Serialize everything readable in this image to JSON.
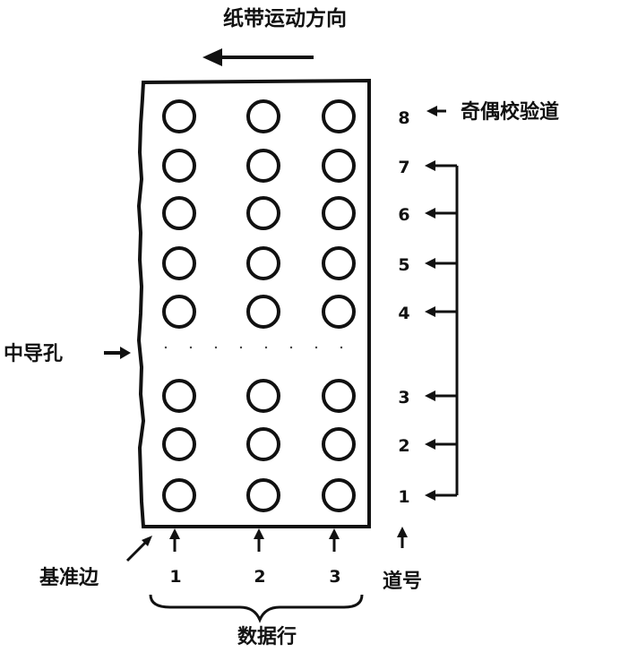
{
  "title": "纸带运动方向",
  "labels": {
    "parity_track": "奇偶校验道",
    "center_hole": "中导孔",
    "reference_edge": "基准边",
    "track_number": "道号",
    "data_row": "数据行"
  },
  "tracks": [
    "8",
    "7",
    "6",
    "5",
    "4",
    "3",
    "2",
    "1"
  ],
  "columns": [
    "1",
    "2",
    "3"
  ],
  "colors": {
    "ink": "#111111",
    "paper": "#ffffff"
  }
}
